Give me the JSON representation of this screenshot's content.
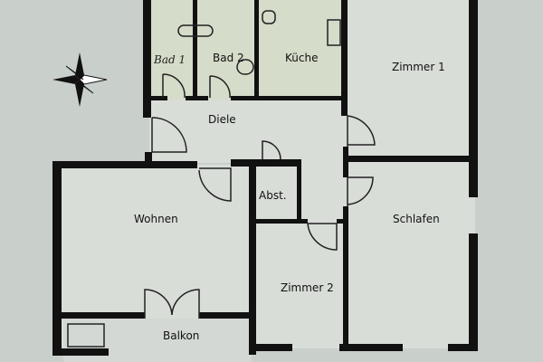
{
  "rooms": {
    "bad1": "Bad 1",
    "bad2": "Bad 2",
    "kueche": "Küche",
    "zimmer1": "Zimmer 1",
    "diele": "Diele",
    "abst": "Abst.",
    "wohnen": "Wohnen",
    "schlafen": "Schlafen",
    "zimmer2": "Zimmer 2",
    "balkon": "Balkon"
  },
  "colors": {
    "background": "#c9cfcb",
    "wall": "#111111",
    "floor": "#d9ddd8",
    "wet_floor": "#d6dfc8"
  },
  "icons": [
    "compass-rose-icon"
  ]
}
